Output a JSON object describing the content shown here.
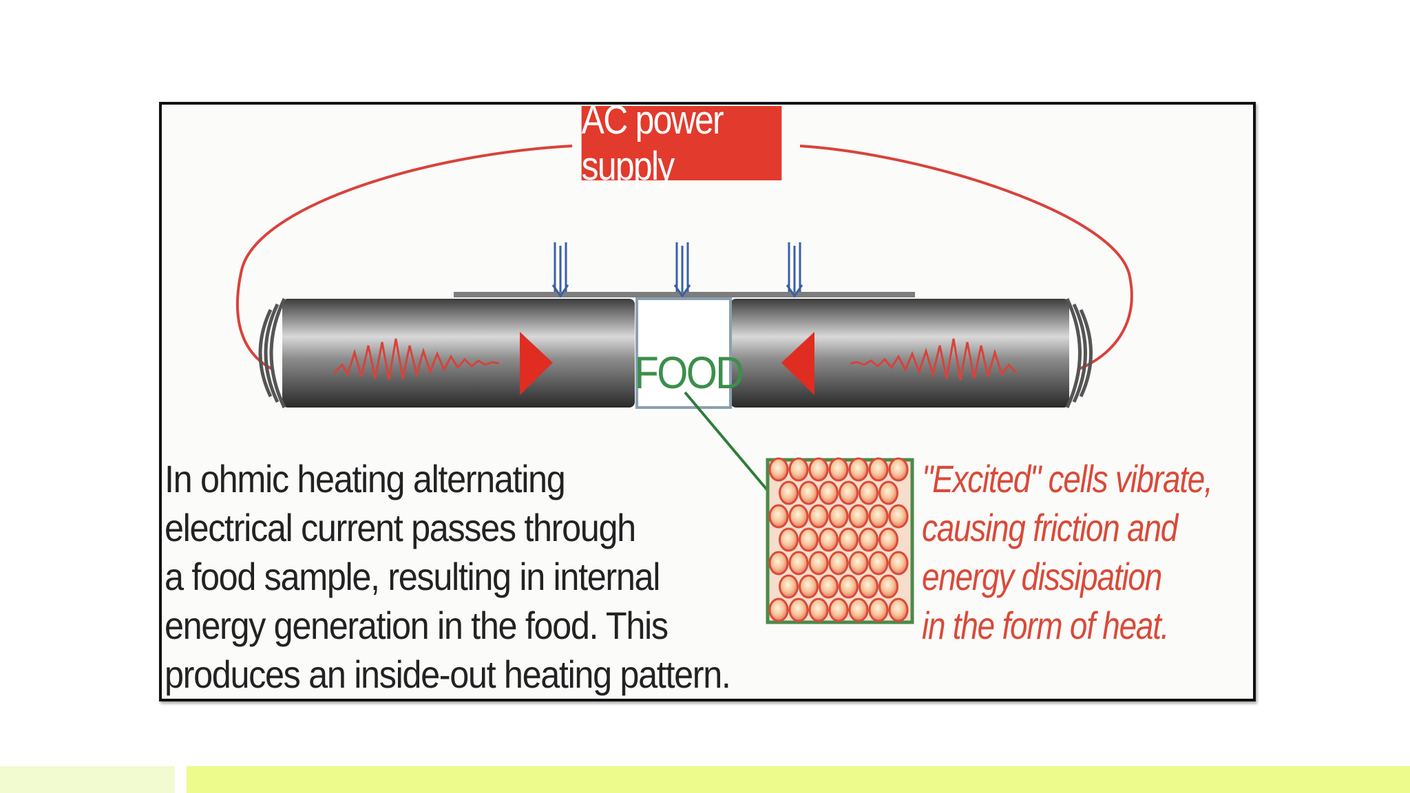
{
  "diagram": {
    "power_label": "AC power supply",
    "food_label": "FOOD",
    "explanation_lines": [
      "In ohmic heating alternating",
      "electrical current passes through",
      "a food sample, resulting in internal",
      "energy generation in the food. This",
      "produces an inside-out heating pattern."
    ],
    "cells_lines": [
      "\"Excited\" cells vibrate,",
      "causing friction and",
      "energy dissipation",
      "in the form of heat."
    ]
  },
  "colors": {
    "wire": "#d9423a",
    "power_box": "#e23a2c",
    "food_text": "#3b8f4a",
    "cells_text": "#d94a38",
    "footer_light": "#f2fbd0",
    "footer_accent": "#ecfb8c"
  }
}
